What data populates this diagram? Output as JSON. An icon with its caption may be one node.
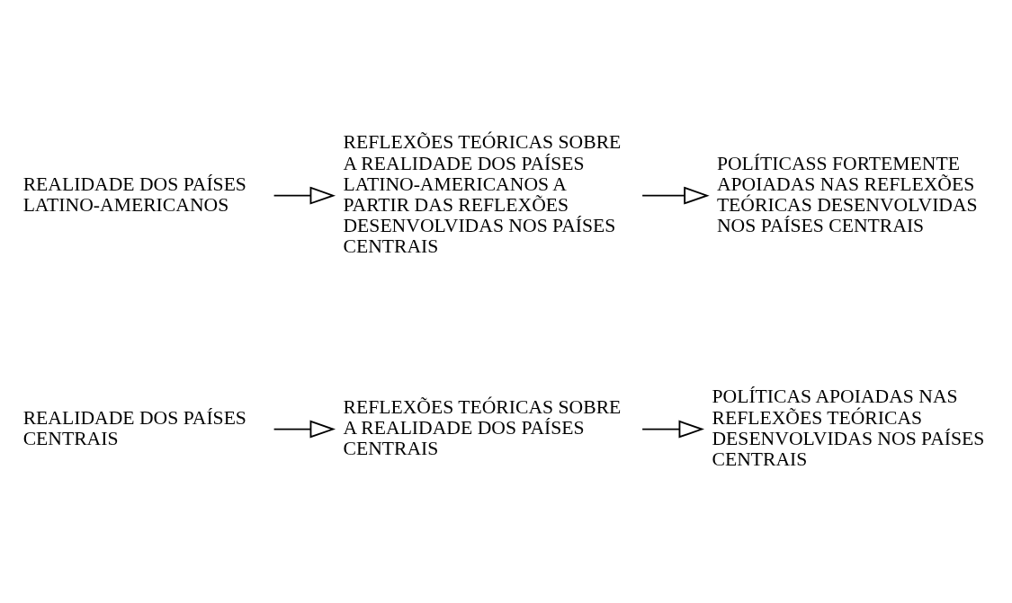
{
  "diagram": {
    "nodes": [
      {
        "text": [
          "REALIDADE DOS PAÍSES CENTRAIS"
        ]
      },
      {
        "text": [
          "REFLEXÕES TEÓRICAS SOBRE A REALIDADE DOS PAÍSES CENTRAIS"
        ]
      },
      {
        "text": [
          "POLÍTICAS APOIADAS NAS REFLEXÕES TEÓRICAS DESENVOLVIDAS NOS PAÍSES CENTRAIS"
        ]
      },
      {
        "text": [
          "REALIDADE DOS PAÍSES LATINO-AMERICANOS"
        ]
      },
      {
        "text": [
          "REFLEXÕES TEÓRICAS SOBRE A REALIDADE DOS PAÍSES LATINO-AMERICANOS A PARTIR DAS REFLEXÕES DESENVOLVIDAS NOS PAÍSES CENTRAIS"
        ]
      },
      {
        "text": [
          "POLÍTICASS FORTEMENTE APOIADAS NAS REFLEXÕES TEÓRICAS DESENVOLVIDAS NOS PAÍSES CENTRAIS"
        ]
      }
    ],
    "edges": [
      {
        "from": 0,
        "to": 1,
        "arrow": "to"
      },
      {
        "from": 1,
        "to": 2,
        "arrow": "to"
      },
      {
        "from": 3,
        "to": 4,
        "arrow": "to"
      },
      {
        "from": 4,
        "to": 5,
        "arrow": "to"
      }
    ]
  }
}
